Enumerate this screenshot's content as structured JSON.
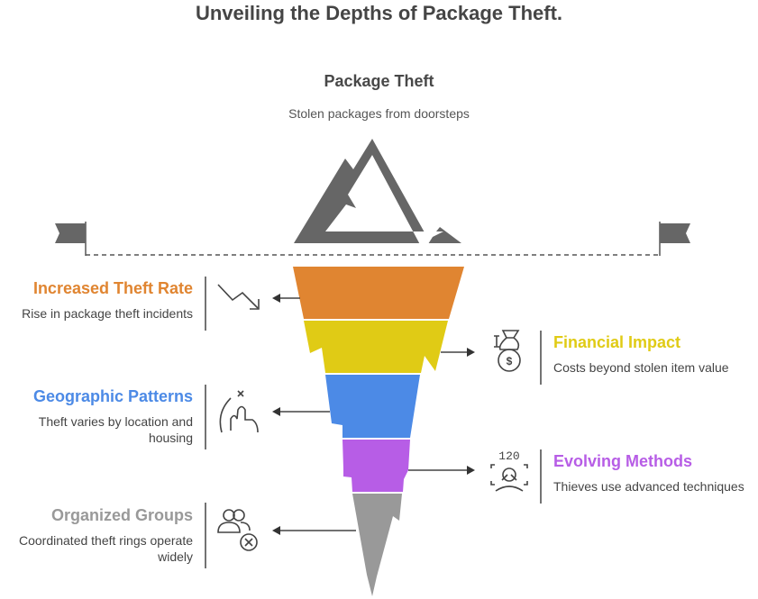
{
  "title": "Unveiling the Depths of Package Theft.",
  "top": {
    "heading": "Package Theft",
    "description": "Stolen packages from doorsteps",
    "icon": "mountain-peak-icon",
    "color": "#666666"
  },
  "levels": [
    {
      "title": "Increased Theft Rate",
      "description": "Rise in package theft incidents",
      "color": "#E08531",
      "icon": "trend-down-icon",
      "side": "left"
    },
    {
      "title": "Financial Impact",
      "description": "Costs beyond stolen item value",
      "color": "#E0CB15",
      "icon": "money-bag-icon",
      "side": "right"
    },
    {
      "title": "Geographic Patterns",
      "description": "Theft varies by location and housing",
      "color": "#4C8AE6",
      "icon": "tap-gesture-icon",
      "side": "left"
    },
    {
      "title": "Evolving Methods",
      "description": "Thieves use advanced techniques",
      "color": "#B75DE6",
      "icon": "face-scan-icon",
      "side": "right"
    },
    {
      "title": "Organized Groups",
      "description": "Coordinated theft rings operate widely",
      "color": "#999999",
      "icon": "group-remove-icon",
      "side": "left"
    }
  ],
  "face_scan_number": "120"
}
